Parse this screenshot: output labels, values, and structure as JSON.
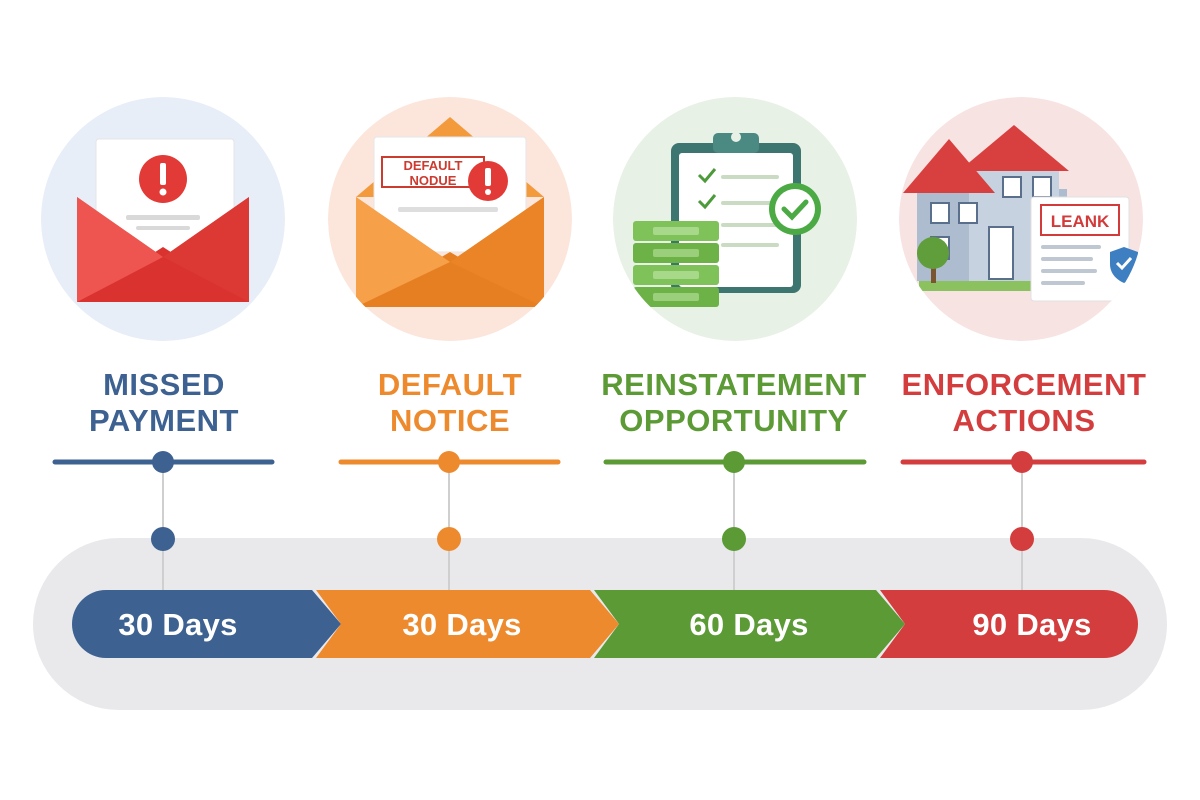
{
  "stages": [
    {
      "title_line1": "MISSED",
      "title_line2": "PAYMENT",
      "duration": "30 Days",
      "color": "#3d6191",
      "icon": "envelope-alert-icon",
      "icon_bg": "#e7eef8"
    },
    {
      "title_line1": "DEFAULT",
      "title_line2": "NOTICE",
      "duration": "30 Days",
      "color": "#ee8a2e",
      "icon": "envelope-default-notice-icon",
      "icon_bg": "#fce6dc",
      "icon_text_line1": "DEFAULT",
      "icon_text_line2": "NODUE"
    },
    {
      "title_line1": "REINSTATEMENT",
      "title_line2": "OPPORTUNITY",
      "duration": "60 Days",
      "color": "#5b9a35",
      "icon": "clipboard-money-check-icon",
      "icon_bg": "#e8f1e6"
    },
    {
      "title_line1": "ENFORCEMENT",
      "title_line2": "ACTIONS",
      "duration": "90 Days",
      "color": "#d43d3d",
      "icon": "house-document-icon",
      "icon_bg": "#f8e3e3",
      "icon_text": "LEANK"
    }
  ],
  "colors": {
    "track": "#e9e9ec",
    "connector": "#cfcfcf"
  }
}
